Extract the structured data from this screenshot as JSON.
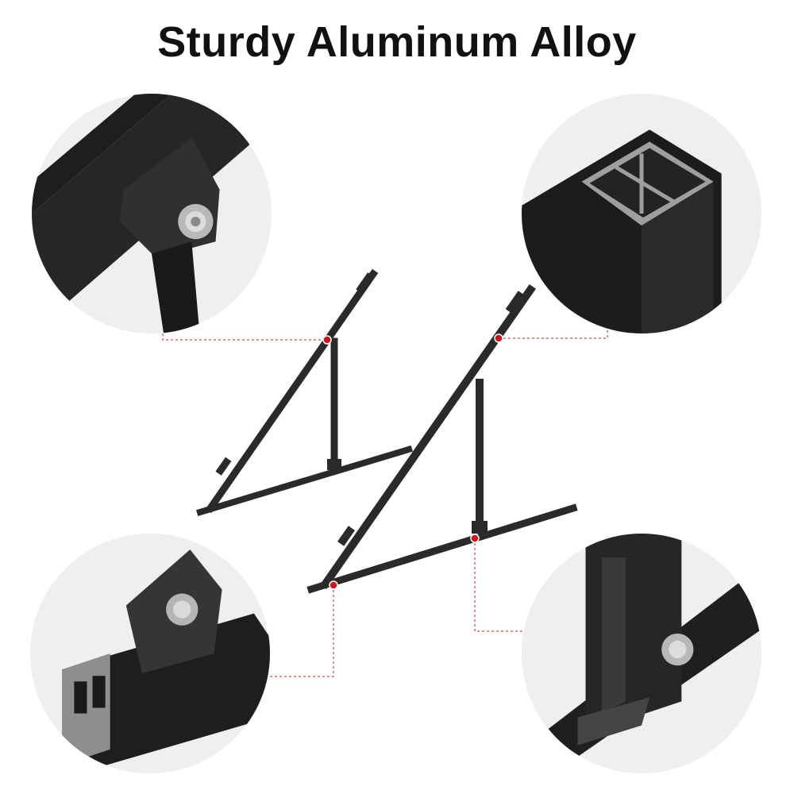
{
  "header": {
    "title": "Sturdy Aluminum Alloy"
  },
  "colors": {
    "frame": "#2a2a2a",
    "circle_bg": "#efefef",
    "callout": "#d0141e",
    "title": "#111111"
  },
  "details": [
    {
      "id": "top-hinge",
      "icon": "bolt-hinge-closeup"
    },
    {
      "id": "profile-section",
      "icon": "tube-cross-section"
    },
    {
      "id": "base-joint",
      "icon": "rail-bolt-closeup"
    },
    {
      "id": "leg-foot",
      "icon": "leg-bolt-closeup"
    }
  ]
}
